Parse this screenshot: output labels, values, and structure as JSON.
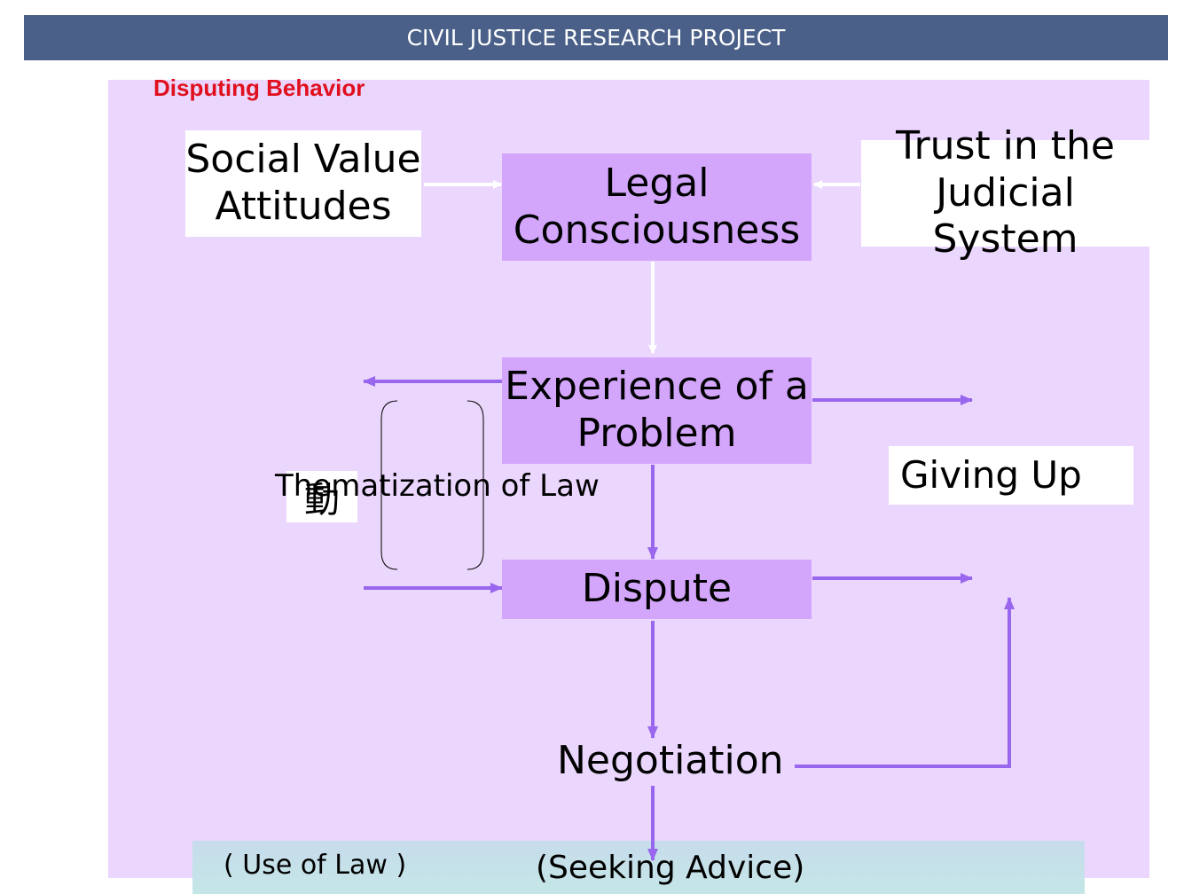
{
  "header": {
    "title": "CIVIL JUSTICE RESEARCH PROJECT"
  },
  "diagram": {
    "section_label": "Disputing Behavior",
    "social_value": "Social Value\nAttitudes",
    "legal_consciousness": "Legal\nConsciousness",
    "trust": "Trust in the\nJudicial System",
    "experience": "Experience of a\nProblem",
    "thematization": "Thematization  of Law",
    "kanji": "動",
    "giving_up": "Giving Up",
    "dispute": "Dispute",
    "negotiation": "Negotiation",
    "use_of_law": "( Use of Law )",
    "seeking_advice": "(Seeking Advice)"
  },
  "colors": {
    "header_bg": "#4a6088",
    "panel_bg": "#ebd6fd",
    "box_purple": "#d3a6fb",
    "arrow_purple": "#9966ee",
    "label_red": "#e0101e"
  }
}
